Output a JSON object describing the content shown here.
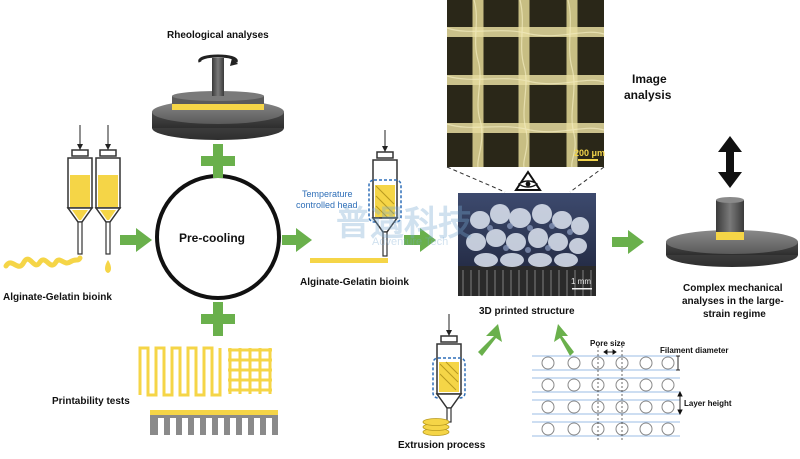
{
  "labels": {
    "rheological": "Rheological analyses",
    "pre_cooling": "Pre-cooling",
    "bioink_left": "Alginate-Gelatin bioink",
    "bioink_mid": "Alginate-Gelatin bioink",
    "temp_head_line1": "Temperature",
    "temp_head_line2": "controlled head",
    "printability": "Printability tests",
    "image_analysis_line1": "Image",
    "image_analysis_line2": "analysis",
    "scale_micro": "200 μm",
    "scale_mm": "1 mm",
    "printed_structure": "3D printed structure",
    "extrusion": "Extrusion process",
    "pore_size": "Pore size",
    "filament_diameter": "Filament diameter",
    "layer_height": "Layer height",
    "mechanical_line1": "Complex mechanical",
    "mechanical_line2": "analyses in the large-",
    "mechanical_line3": "strain regime"
  },
  "watermark": {
    "chinese": "普遇科技",
    "english": "Adventure Tech"
  },
  "colors": {
    "arrow_green": "#6ab04c",
    "bioink_yellow": "#f5d547",
    "plate_dark": "#4a4a4a",
    "plate_mid": "#6b6b6b",
    "temp_blue": "#2f6fb8",
    "micro_bg": "#2a2718",
    "micro_fiber": "#d9cf8f"
  }
}
